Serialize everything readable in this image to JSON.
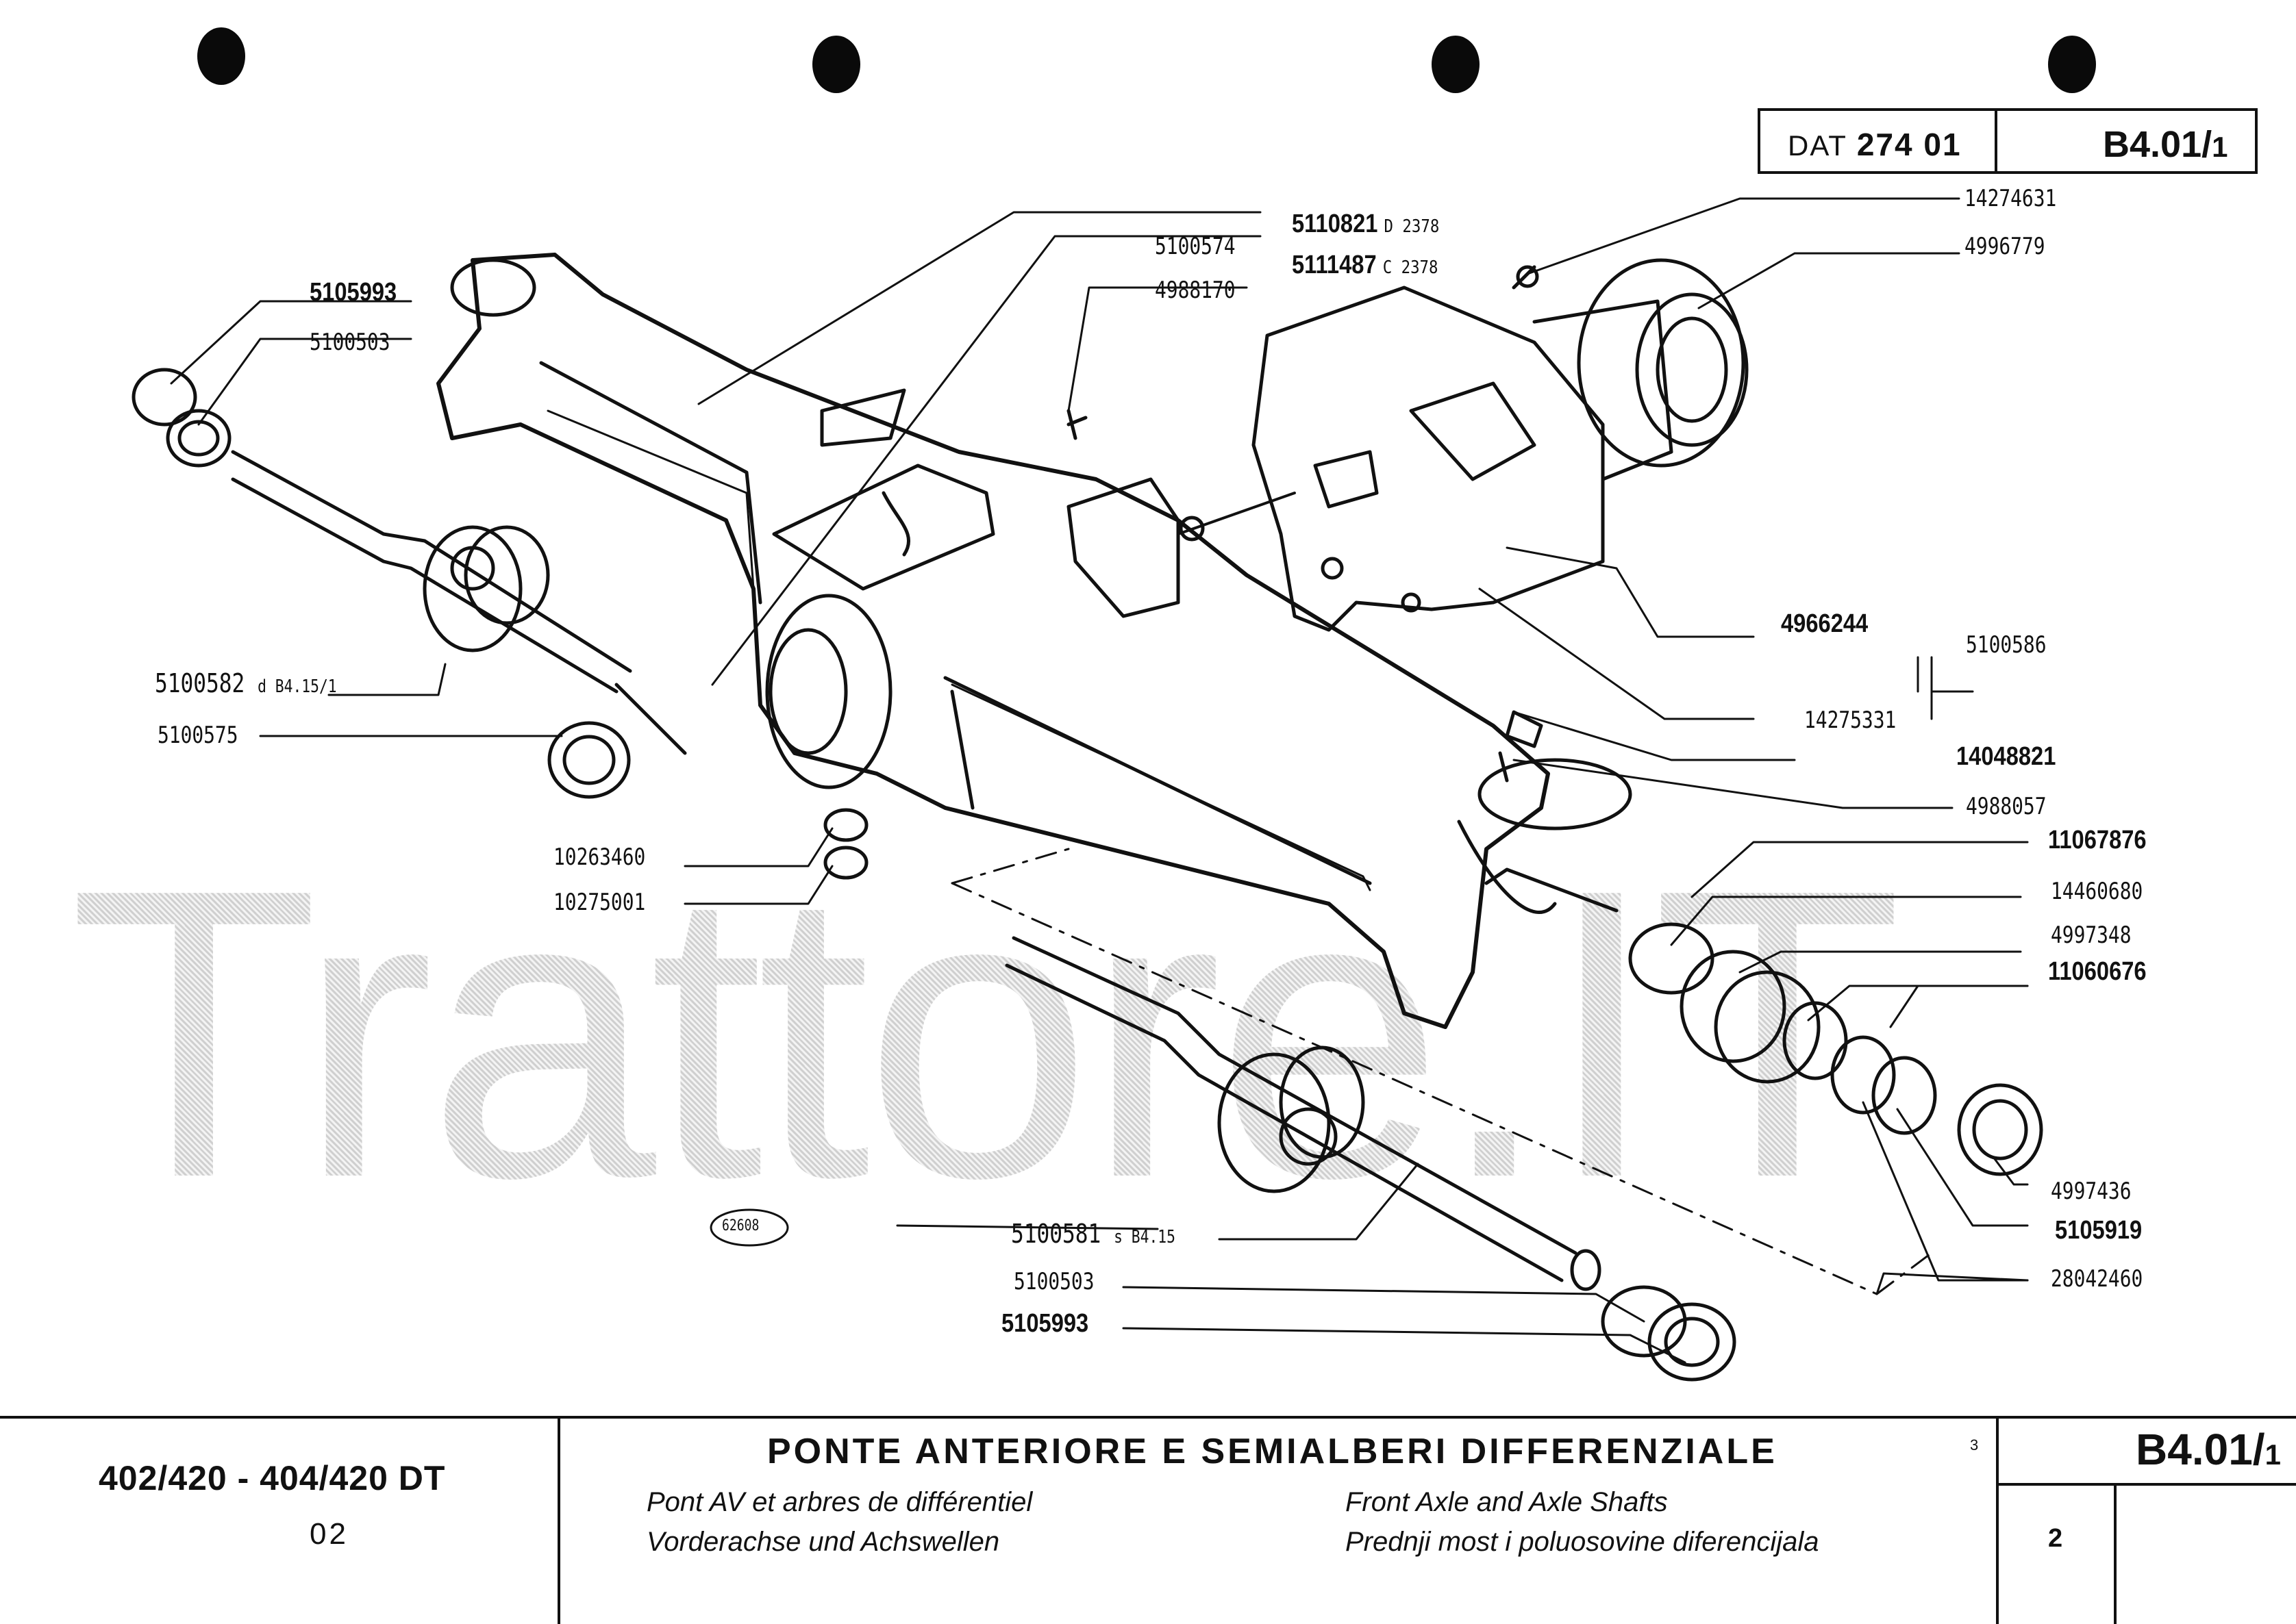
{
  "header": {
    "dat_prefix": "DAT",
    "dat_number": "274 01",
    "ref_code": "B4.01/",
    "ref_suffix": "1"
  },
  "callouts": {
    "p5110821": "5110821",
    "p5110821_ref": "D 2378",
    "p5111487": "5111487",
    "p5111487_ref": "C 2378",
    "p5100574": "5100574",
    "p4988170": "4988170",
    "p5105993_top": "5105993",
    "p5100503_top": "5100503",
    "p14274631": "14274631",
    "p4996779": "4996779",
    "p5100582": "5100582",
    "p5100582_ref": "d B4.15/1",
    "p5100575": "5100575",
    "p4966244": "4966244",
    "p5100586": "5100586",
    "p14275331": "14275331",
    "p14048821": "14048821",
    "p4988057": "4988057",
    "p10263460": "10263460",
    "p10275001": "10275001",
    "p11067876": "11067876",
    "p14460680": "14460680",
    "p4997348": "4997348",
    "p11060676": "11060676",
    "p4997436": "4997436",
    "p5105919": "5105919",
    "p28042460": "28042460",
    "p5100581": "5100581",
    "p5100581_ref": "s B4.15",
    "p5100503_bottom": "5100503",
    "p5105993_bottom": "5105993",
    "drawing_no": "62608"
  },
  "watermark": "Trattore.IT",
  "title_block": {
    "models": "402/420 - 404/420 DT",
    "models_sub": "02",
    "title_it": "PONTE ANTERIORE E SEMIALBERI DIFFERENZIALE",
    "title_fr": "Pont AV et arbres de différentiel",
    "title_de": "Vorderachse und Achswellen",
    "title_en": "Front Axle and Axle Shafts",
    "title_sr": "Prednji most i poluosovine diferencijala",
    "page_marker": "3",
    "code": "B4.01/",
    "code_suffix": "1",
    "sheet": "2"
  }
}
